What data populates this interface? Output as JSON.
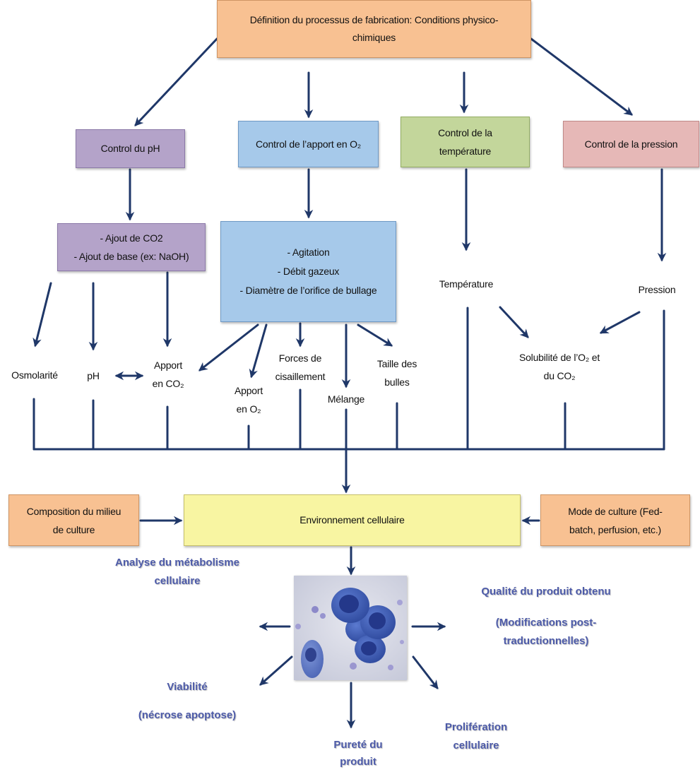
{
  "diagram": {
    "title_box": {
      "lines": [
        "Définition du processus de fabrication: Conditions physico-",
        "chimiques"
      ]
    },
    "controls": {
      "ph": "Control du pH",
      "o2": "Control de l’apport en O₂",
      "temperature": [
        "Control de la",
        "température"
      ],
      "pression": "Control de la pression"
    },
    "actions": {
      "ph": [
        "- Ajout de CO2",
        "- Ajout de base (ex: NaOH)"
      ],
      "o2": [
        "- Agitation",
        "- Débit gazeux",
        "- Diamètre de l’orifice de bullage"
      ]
    },
    "parameters": {
      "temperature": "Température",
      "pression": "Pression",
      "osmolarite": "Osmolarité",
      "ph": "pH",
      "apport_co2": [
        "Apport",
        "en CO₂"
      ],
      "apport_o2": [
        "Apport",
        "en O₂"
      ],
      "forces": [
        "Forces de",
        "cisaillement"
      ],
      "melange": "Mélange",
      "taille": [
        "Taille des",
        "bulles"
      ],
      "solubilite": [
        "Solubilité de l’O₂ et",
        "du CO₂"
      ]
    },
    "inputs": {
      "composition": [
        "Composition du milieu",
        "de culture"
      ],
      "environnement": "Environnement cellulaire",
      "mode": [
        "Mode de culture (Fed-",
        "batch, perfusion, etc.)"
      ]
    },
    "outputs": {
      "analyse": [
        "Analyse du métabolisme",
        "cellulaire"
      ],
      "qualite": "Qualité du produit obtenu",
      "modifications": [
        "(Modifications post-",
        "traductionnelles)"
      ],
      "viabilite": "Viabilité",
      "necrose": "(nécrose apoptose)",
      "proliferation": [
        "Prolifération",
        "cellulaire"
      ],
      "purete": [
        "Pureté du",
        "produit"
      ]
    }
  },
  "colors": {
    "definition_box": "#f8c192",
    "ph_boxes": "#b4a3c9",
    "o2_boxes": "#a6c9ea",
    "temperature_box": "#c3d69b",
    "pression_box": "#e6b8b7",
    "environnement_box": "#f8f5a2",
    "context_boxes": "#f8c192",
    "arrows": "#1f3768",
    "outcome_text": "#4d5ba9",
    "cells": "#3f5db0"
  }
}
